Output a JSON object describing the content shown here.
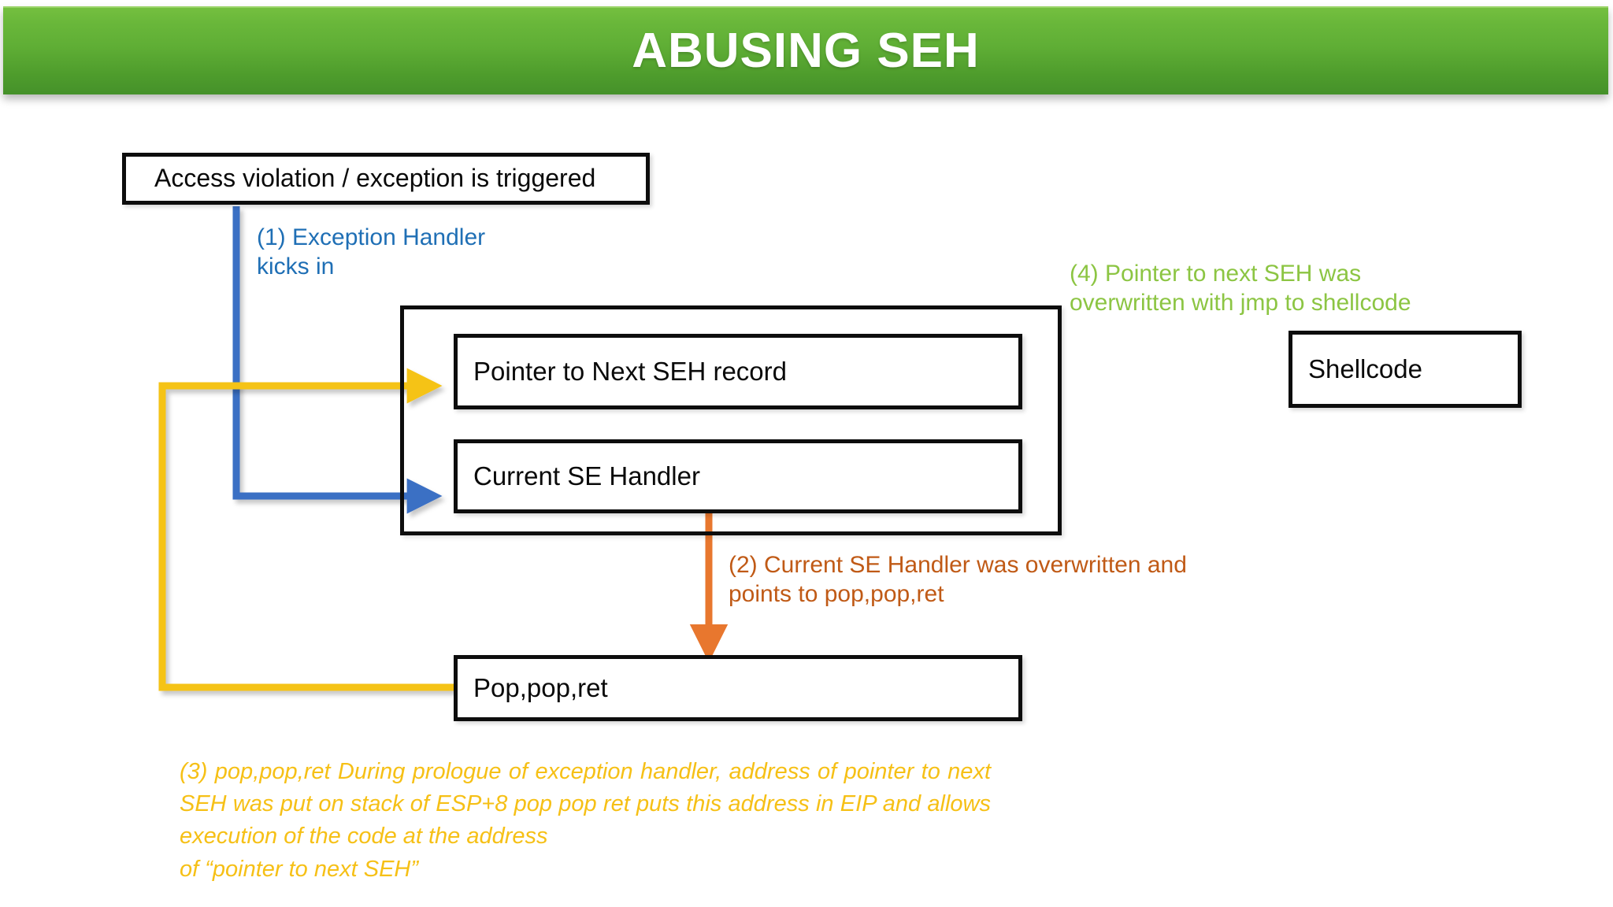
{
  "slide": {
    "title": "ABUSING SEH",
    "banner_color": "#5fae35",
    "background": "#ffffff"
  },
  "diagram": {
    "type": "flow-diagram",
    "nodes": [
      {
        "id": "access-violation",
        "label": "Access violation / exception is triggered",
        "border_color": "#0d0d0d"
      },
      {
        "id": "seh-container",
        "label": "",
        "border_color": "#0d0d0d"
      },
      {
        "id": "pointer-next-seh",
        "label": "Pointer to Next SEH record",
        "border_color": "#0d0d0d"
      },
      {
        "id": "current-se-handler",
        "label": "Current SE Handler",
        "border_color": "#0d0d0d"
      },
      {
        "id": "shellcode",
        "label": "Shellcode",
        "border_color": "#0d0d0d"
      },
      {
        "id": "pop-pop-ret",
        "label": "Pop,pop,ret",
        "border_color": "#0d0d0d"
      }
    ],
    "annotations": [
      {
        "id": "step1",
        "step": "(1)",
        "text": "(1) Exception Handler\nkicks in",
        "color": "#1f6fb5",
        "arrow_from": "access-violation",
        "arrow_to": "current-se-handler"
      },
      {
        "id": "step2",
        "step": "(2)",
        "text": "(2) Current SE Handler was overwritten and\npoints to pop,pop,ret",
        "color": "#c05a16",
        "arrow_from": "current-se-handler",
        "arrow_to": "pop-pop-ret"
      },
      {
        "id": "step3",
        "step": "(3)",
        "text": "(3) pop,pop,ret During prologue of exception handler, address of pointer to next SEH was put on stack of ESP+8 pop pop ret puts this address in EIP and allows execution of the code at the address",
        "text_last_line": "of “pointer to next SEH”",
        "color": "#f6c016",
        "style": "italic",
        "arrow_from": "pop-pop-ret",
        "arrow_to": "pointer-next-seh"
      },
      {
        "id": "step4",
        "step": "(4)",
        "text": "(4) Pointer to next SEH was\noverwritten with jmp to shellcode",
        "color": "#8cc543",
        "arrow_from": "pointer-next-seh",
        "arrow_to": "shellcode"
      }
    ],
    "arrow_colors": {
      "blue": "#3a6fc4",
      "yellow": "#f5c314",
      "orange": "#e8772e",
      "green": "#6bab48"
    }
  }
}
